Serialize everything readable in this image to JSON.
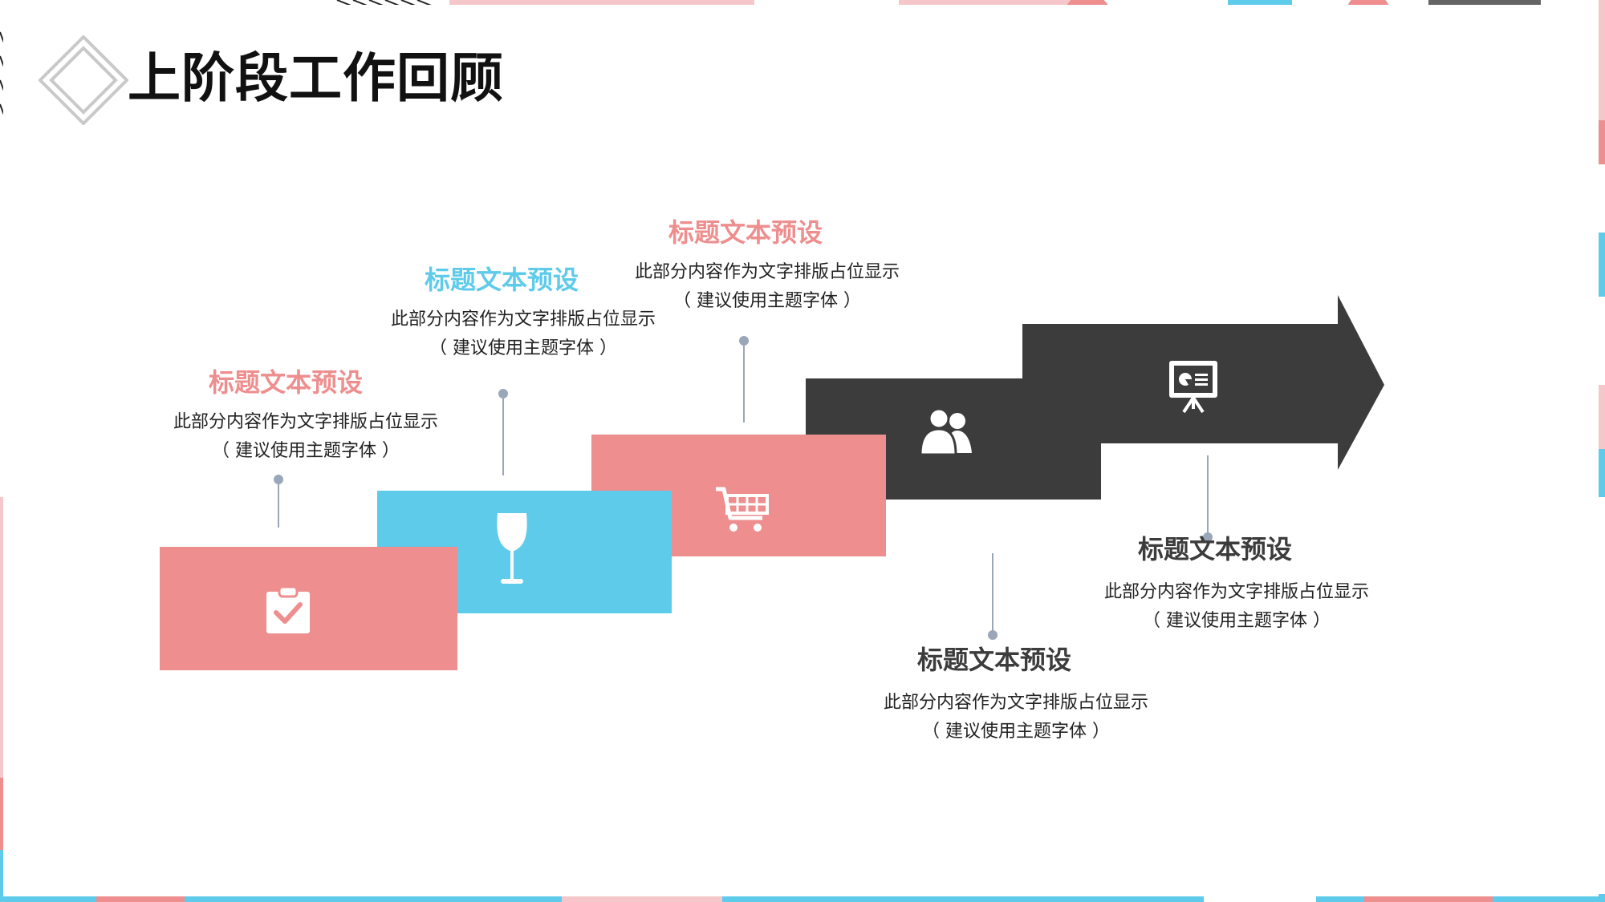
{
  "page": {
    "title": "上阶段工作回顾"
  },
  "colors": {
    "pink": "#ee8e8e",
    "pink_dark": "#a61a1e",
    "blue": "#5ecbea",
    "blue_dark": "#137996",
    "dark": "#3c3c3c",
    "darker": "#1f1f1f",
    "connector": "#9aa7b8"
  },
  "steps": [
    {
      "title": "标题文本预设",
      "title_color": "#ee8e8e",
      "desc_line1": "此部分内容作为文字排版占位显示",
      "desc_line2": "（ 建议使用主题字体 ）",
      "icon": "clipboard-check-icon"
    },
    {
      "title": "标题文本预设",
      "title_color": "#5ecbea",
      "desc_line1": "此部分内容作为文字排版占位显示",
      "desc_line2": "（ 建议使用主题字体 ）",
      "icon": "wine-glass-icon"
    },
    {
      "title": "标题文本预设",
      "title_color": "#ee8e8e",
      "desc_line1": "此部分内容作为文字排版占位显示",
      "desc_line2": "（ 建议使用主题字体 ）",
      "icon": "shopping-cart-icon"
    },
    {
      "title": "标题文本预设",
      "title_color": "#3c3c3c",
      "desc_line1": "此部分内容作为文字排版占位显示",
      "desc_line2": "（ 建议使用主题字体 ）",
      "icon": "users-icon"
    },
    {
      "title": "标题文本预设",
      "title_color": "#3c3c3c",
      "desc_line1": "此部分内容作为文字排版占位显示",
      "desc_line2": "（ 建议使用主题字体 ）",
      "icon": "presentation-board-icon"
    }
  ]
}
